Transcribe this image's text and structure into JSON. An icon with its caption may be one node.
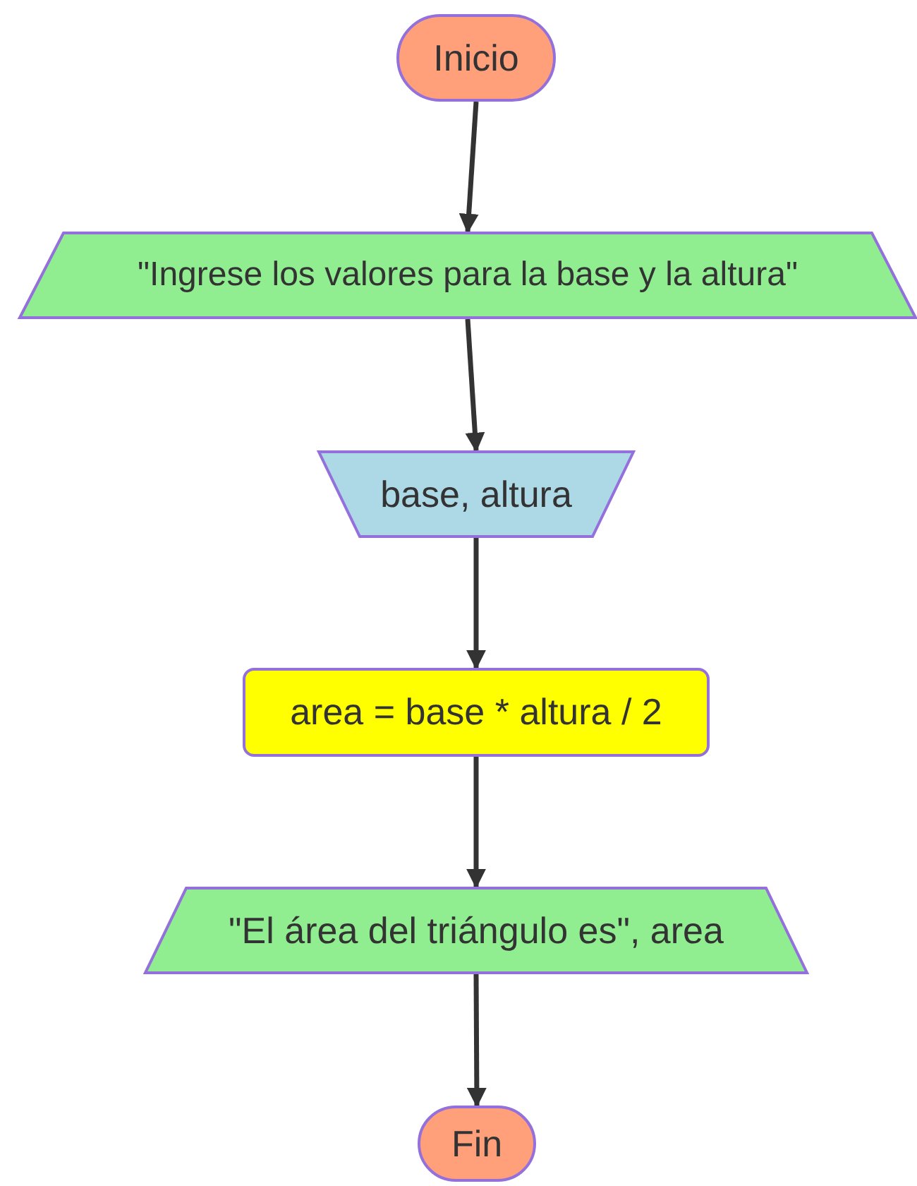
{
  "diagram": {
    "nodes": [
      {
        "text": [
          "Inicio"
        ]
      },
      {
        "text": [
          "\"Ingrese los valores para la base y la altura\""
        ]
      },
      {
        "text": [
          "base, altura"
        ]
      },
      {
        "text": [
          "area = base * altura / 2"
        ]
      },
      {
        "text": [
          "\"El área del triángulo es\", area"
        ]
      },
      {
        "text": [
          "Fin"
        ]
      }
    ],
    "edges": [
      {
        "from": 0,
        "to": 1,
        "arrow": "to"
      },
      {
        "from": 1,
        "to": 2,
        "arrow": "to"
      },
      {
        "from": 2,
        "to": 3,
        "arrow": "to"
      },
      {
        "from": 3,
        "to": 4,
        "arrow": "to"
      },
      {
        "from": 4,
        "to": 5,
        "arrow": "to"
      }
    ]
  }
}
